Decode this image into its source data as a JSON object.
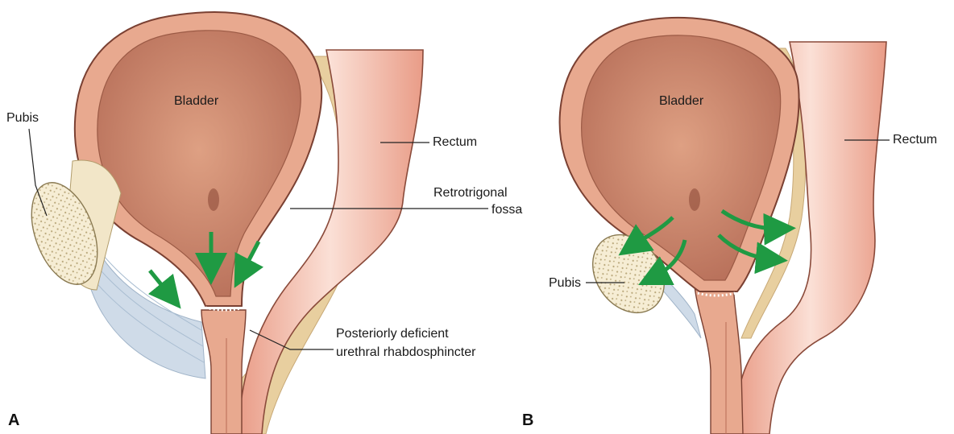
{
  "panel_a": {
    "letter": "A",
    "labels": {
      "bladder": "Bladder",
      "pubis": "Pubis",
      "rectum": "Rectum",
      "fossa_line1": "Retrotrigonal",
      "fossa_line2": "fossa",
      "sphincter_line1": "Posteriorly deficient",
      "sphincter_line2": "urethral rhabdosphincter"
    }
  },
  "panel_b": {
    "letter": "B",
    "labels": {
      "bladder": "Bladder",
      "pubis": "Pubis",
      "rectum": "Rectum"
    }
  },
  "colors": {
    "bladder_wall": "#e8a98f",
    "bladder_lumen": "#c98566",
    "bladder_outline": "#7a4032",
    "rectum": "#f0b7a6",
    "rectum_outline": "#8a4a3a",
    "fossa": "#e8cf9f",
    "pubis": "#f4ead0",
    "ligament": "#cfdbe8",
    "arrow": "#1f9a43"
  }
}
